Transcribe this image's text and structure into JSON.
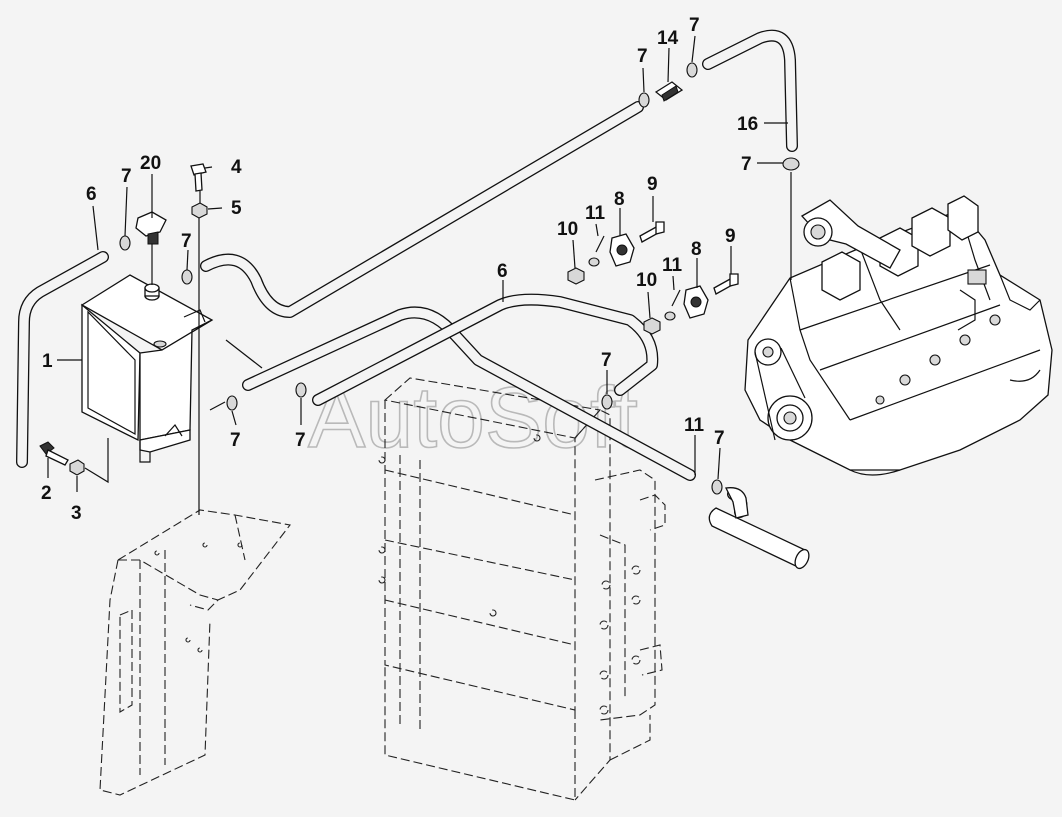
{
  "watermark": "AutoSoft",
  "callouts": [
    {
      "id": "c6a",
      "text": "6"
    },
    {
      "id": "c7a",
      "text": "7"
    },
    {
      "id": "c20",
      "text": "20"
    },
    {
      "id": "c4",
      "text": "4"
    },
    {
      "id": "c5",
      "text": "5"
    },
    {
      "id": "c7b",
      "text": "7"
    },
    {
      "id": "c1",
      "text": "1"
    },
    {
      "id": "c2",
      "text": "2"
    },
    {
      "id": "c3",
      "text": "3"
    },
    {
      "id": "c7c",
      "text": "7"
    },
    {
      "id": "c7d",
      "text": "7"
    },
    {
      "id": "c7e",
      "text": "7"
    },
    {
      "id": "c14",
      "text": "14"
    },
    {
      "id": "c7f",
      "text": "7"
    },
    {
      "id": "c16",
      "text": "16"
    },
    {
      "id": "c7g",
      "text": "7"
    },
    {
      "id": "c9a",
      "text": "9"
    },
    {
      "id": "c8a",
      "text": "8"
    },
    {
      "id": "c11a",
      "text": "11"
    },
    {
      "id": "c10a",
      "text": "10"
    },
    {
      "id": "c9b",
      "text": "9"
    },
    {
      "id": "c8b",
      "text": "8"
    },
    {
      "id": "c11b",
      "text": "11"
    },
    {
      "id": "c10b",
      "text": "10"
    },
    {
      "id": "c6b",
      "text": "6"
    },
    {
      "id": "c7h",
      "text": "7"
    },
    {
      "id": "c11c",
      "text": "11"
    },
    {
      "id": "c7i",
      "text": "7"
    }
  ]
}
